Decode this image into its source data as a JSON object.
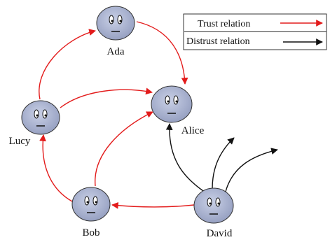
{
  "legend": {
    "trust_label": "Trust relation",
    "distrust_label": "Distrust relation"
  },
  "nodes": {
    "ada": "Ada",
    "lucy": "Lucy",
    "alice": "Alice",
    "bob": "Bob",
    "david": "David"
  },
  "colors": {
    "trust_edge": "#e31b1b",
    "distrust_edge": "#111111",
    "node_fill": "#a9b2cf",
    "node_stroke": "#333333",
    "legend_border": "#333333"
  },
  "icons": {
    "node_face": "face-icon",
    "edge_arrowhead": "arrowhead-icon"
  }
}
